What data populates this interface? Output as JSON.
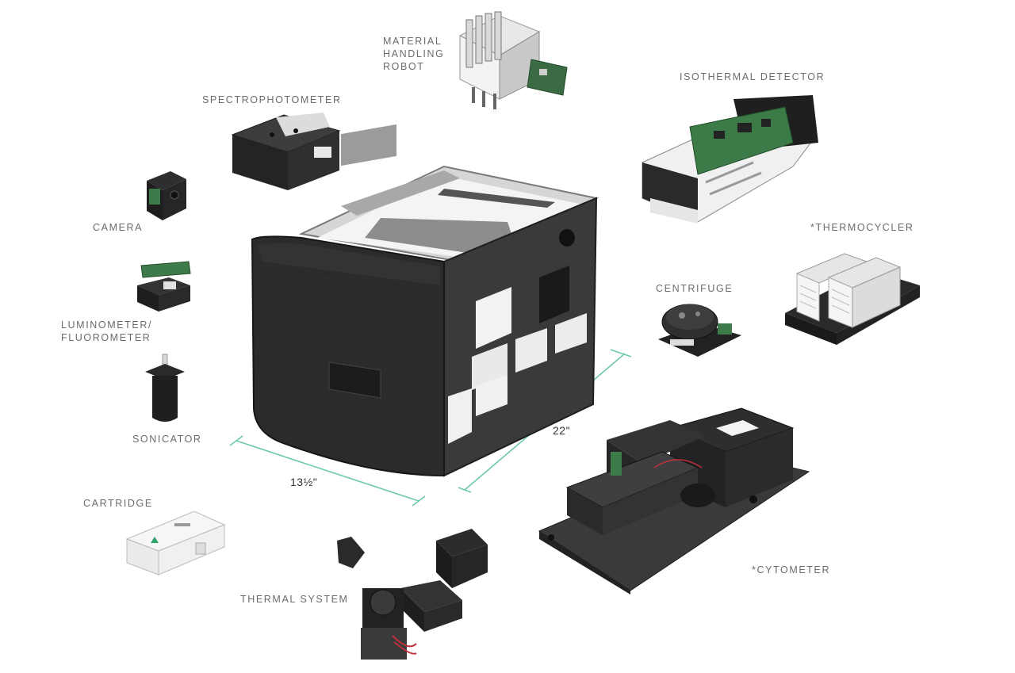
{
  "labels": {
    "material_handling_robot": "MATERIAL\nHANDLING\nROBOT",
    "isothermal_detector": "ISOTHERMAL DETECTOR",
    "spectrophotometer": "SPECTROPHOTOMETER",
    "camera": "CAMERA",
    "thermocycler": "*THERMOCYCLER",
    "centrifuge": "CENTRIFUGE",
    "luminometer_fluorometer": "LUMINOMETER/\nFLUOROMETER",
    "sonicator": "SONICATOR",
    "cartridge": "CARTRIDGE",
    "thermal_system": "THERMAL SYSTEM",
    "cytometer": "*CYTOMETER"
  },
  "dimensions": {
    "width": "13½\"",
    "depth": "22\""
  },
  "colors": {
    "dimension_line": "#6fc9a6",
    "label_text": "#6b6b6b",
    "device_dark": "#2a2a2c",
    "frame_gray": "#8a8a8a",
    "pcb_green": "#3f7a4a"
  }
}
